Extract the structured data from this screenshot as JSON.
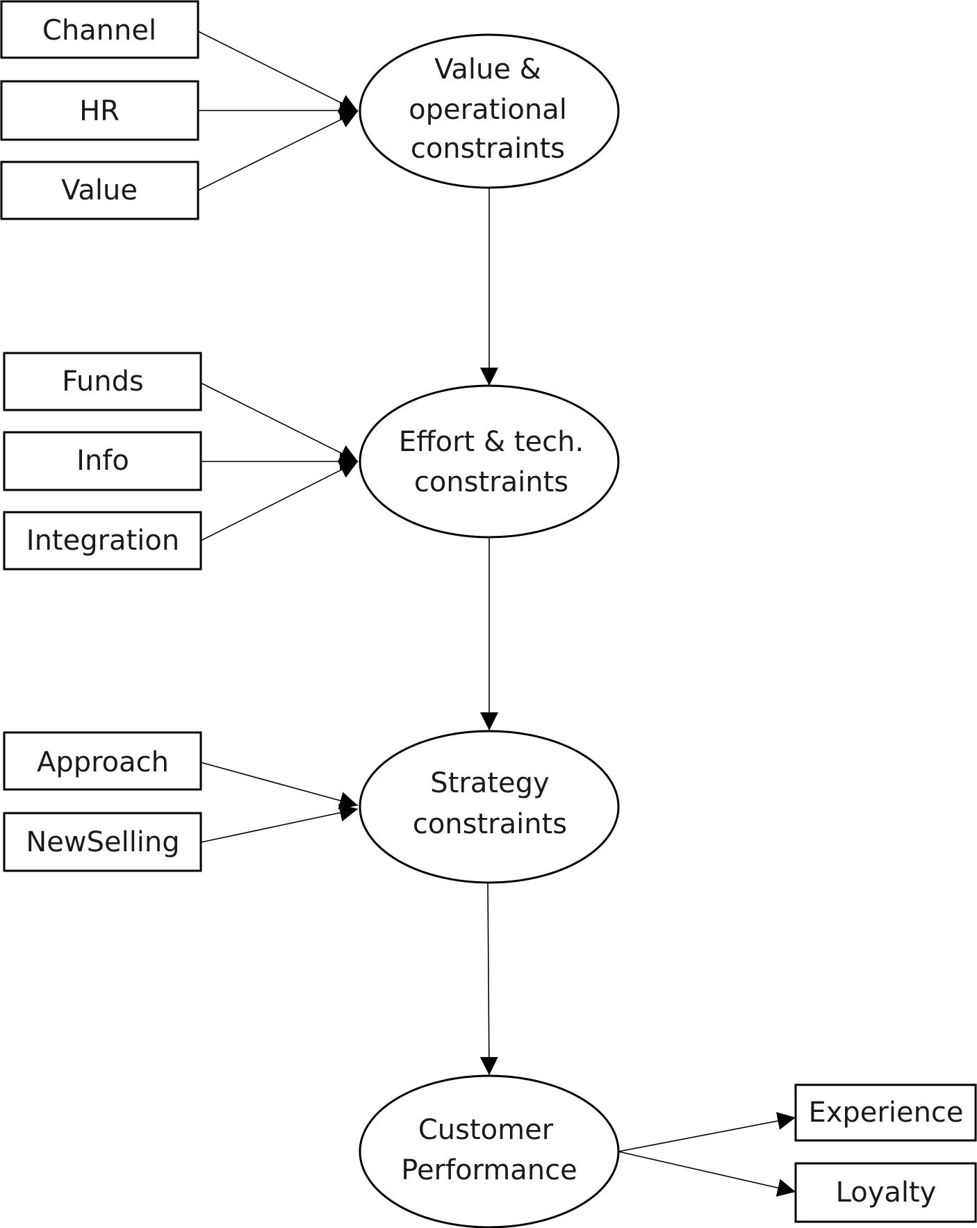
{
  "diagram": {
    "indicators_stage1": [
      "Channel",
      "HR",
      "Value"
    ],
    "construct_1": [
      "Value &",
      "operational",
      "constraints"
    ],
    "indicators_stage2": [
      "Funds",
      "Info",
      "Integration"
    ],
    "construct_2": [
      "Effort & tech.",
      "constraints"
    ],
    "indicators_stage3": [
      "Approach",
      "NewSelling"
    ],
    "construct_3": [
      "Strategy",
      "constraints"
    ],
    "construct_4": [
      "Customer",
      "Performance"
    ],
    "outcome_indicators": [
      "Experience",
      "Loyalty"
    ]
  }
}
